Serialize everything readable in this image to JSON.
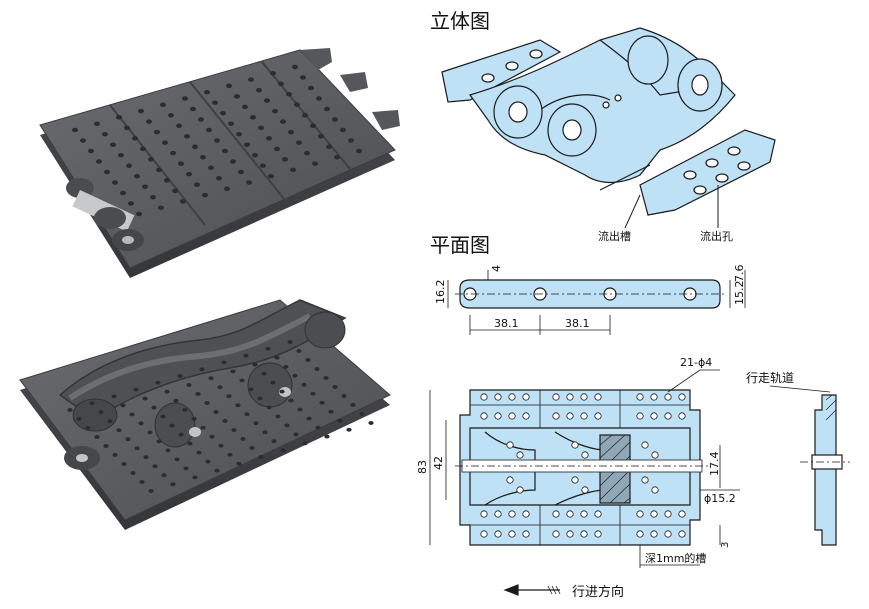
{
  "headings": {
    "view_3d": "立体图",
    "plan_view": "平面图"
  },
  "callouts": {
    "drain_groove": "流出槽",
    "drain_hole": "流出孔",
    "holes_spec": "21-ϕ4",
    "track_label": "行走轨道",
    "groove_depth": "深1mm的槽",
    "travel_direction": "行进方向"
  },
  "dimensions": {
    "side_thickness": "16.2",
    "slot_width": "4",
    "top_offset": "7.6",
    "overall_height": "15.2",
    "pitch_1": "38.1",
    "pitch_2": "38.1",
    "overall_width": "83",
    "inner_width": "42",
    "boss_width": "17.4",
    "pin_diameter": "ϕ15.2",
    "edge_gap": "3"
  },
  "colors": {
    "part_fill": "#bfe1f6",
    "line": "#1a1a1a",
    "photo_body": "#5a5c60"
  }
}
